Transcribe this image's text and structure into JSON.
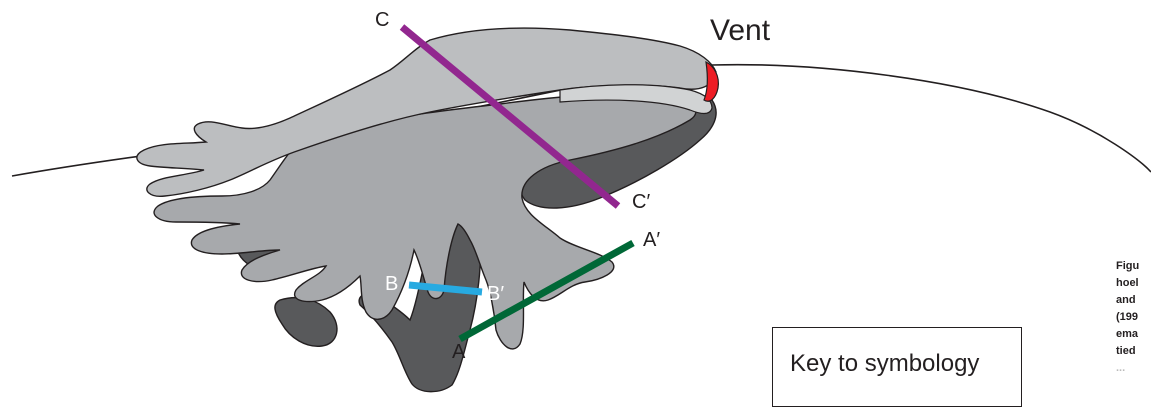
{
  "diagram": {
    "vent_label": "Vent",
    "sections": [
      {
        "start_label": "C",
        "end_label": "C′",
        "color": "#92278f"
      },
      {
        "start_label": "B",
        "end_label": "B′",
        "color": "#27aae1"
      },
      {
        "start_label": "A",
        "end_label": "A′",
        "color": "#006837"
      }
    ],
    "colors": {
      "light_flow": "#bcbec0",
      "mid_flow": "#a7a9ac",
      "dark_flow": "#58595b",
      "vent_red": "#ed1c24",
      "outline": "#231f20"
    }
  },
  "key": {
    "title": "Key to symbology"
  },
  "caption": {
    "lines": [
      "Figu",
      "hoel",
      "and",
      "(199",
      "ema",
      "tied",
      "..."
    ]
  }
}
